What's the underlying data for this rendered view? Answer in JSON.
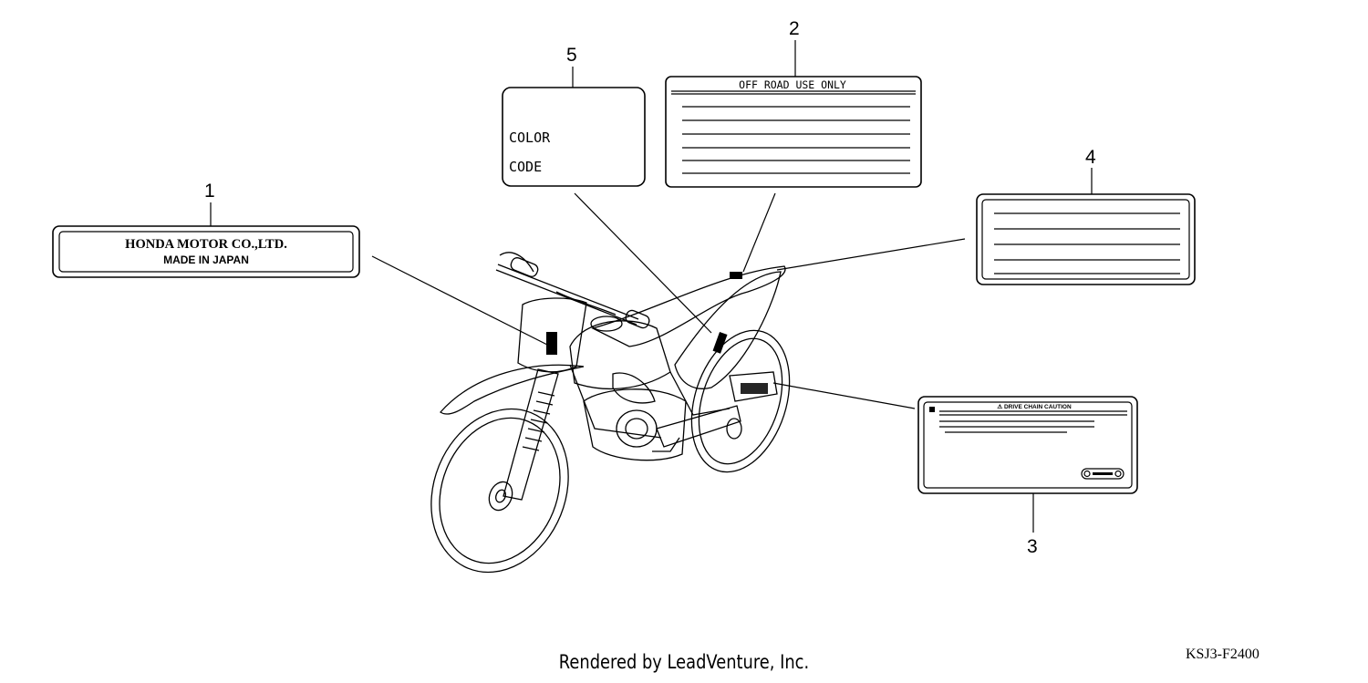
{
  "callouts": {
    "n1": "1",
    "n2": "2",
    "n3": "3",
    "n4": "4",
    "n5": "5"
  },
  "label1": {
    "line1": "HONDA MOTOR CO.,LTD.",
    "line2": "MADE IN JAPAN"
  },
  "label2": {
    "header": "OFF ROAD USE ONLY"
  },
  "label3": {
    "header": "⚠ DRIVE CHAIN CAUTION"
  },
  "label5": {
    "line1": "COLOR",
    "line2": "CODE"
  },
  "footer": {
    "rendered_by": "Rendered by LeadVenture, Inc.",
    "diagram_code": "KSJ3-F2400"
  }
}
